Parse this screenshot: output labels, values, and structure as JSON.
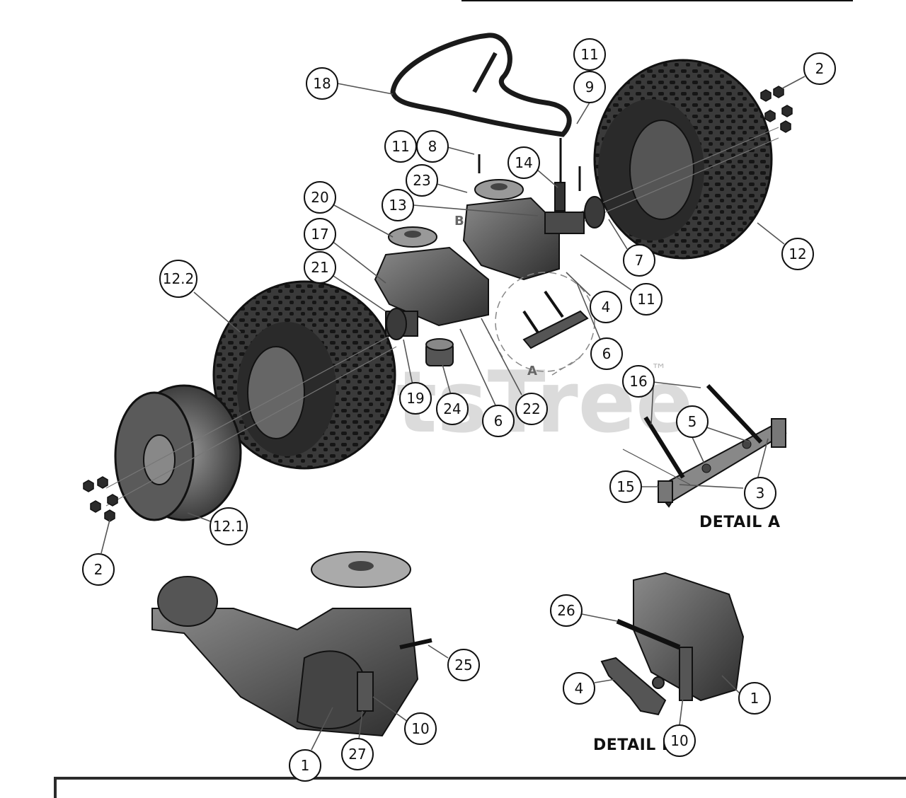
{
  "diagram": {
    "watermark": "tsTree",
    "trademark": "™",
    "detail_a_title": "DETAIL A",
    "detail_b_title": "DETAIL B",
    "view_marker_a": "A",
    "view_marker_b": "B",
    "callouts": [
      {
        "id": "c18",
        "label": "18"
      },
      {
        "id": "c11a",
        "label": "11"
      },
      {
        "id": "c9",
        "label": "9"
      },
      {
        "id": "c2a",
        "label": "2"
      },
      {
        "id": "c11b",
        "label": "11"
      },
      {
        "id": "c8",
        "label": "8"
      },
      {
        "id": "c14",
        "label": "14"
      },
      {
        "id": "c23",
        "label": "23"
      },
      {
        "id": "c13",
        "label": "13"
      },
      {
        "id": "c20",
        "label": "20"
      },
      {
        "id": "c17",
        "label": "17"
      },
      {
        "id": "c21",
        "label": "21"
      },
      {
        "id": "c12_2",
        "label": "12.2"
      },
      {
        "id": "c7",
        "label": "7"
      },
      {
        "id": "c12",
        "label": "12"
      },
      {
        "id": "c4a",
        "label": "4"
      },
      {
        "id": "c11c",
        "label": "11"
      },
      {
        "id": "c6a",
        "label": "6"
      },
      {
        "id": "c19",
        "label": "19"
      },
      {
        "id": "c24",
        "label": "24"
      },
      {
        "id": "c22",
        "label": "22"
      },
      {
        "id": "c6b",
        "label": "6"
      },
      {
        "id": "c16",
        "label": "16"
      },
      {
        "id": "c5",
        "label": "5"
      },
      {
        "id": "c15",
        "label": "15"
      },
      {
        "id": "c3",
        "label": "3"
      },
      {
        "id": "c12_1",
        "label": "12.1"
      },
      {
        "id": "c2b",
        "label": "2"
      },
      {
        "id": "c26",
        "label": "26"
      },
      {
        "id": "c25",
        "label": "25"
      },
      {
        "id": "c4b",
        "label": "4"
      },
      {
        "id": "c1a",
        "label": "1"
      },
      {
        "id": "c10a",
        "label": "10"
      },
      {
        "id": "c10b",
        "label": "10"
      },
      {
        "id": "c27",
        "label": "27"
      },
      {
        "id": "c1b",
        "label": "1"
      }
    ]
  }
}
